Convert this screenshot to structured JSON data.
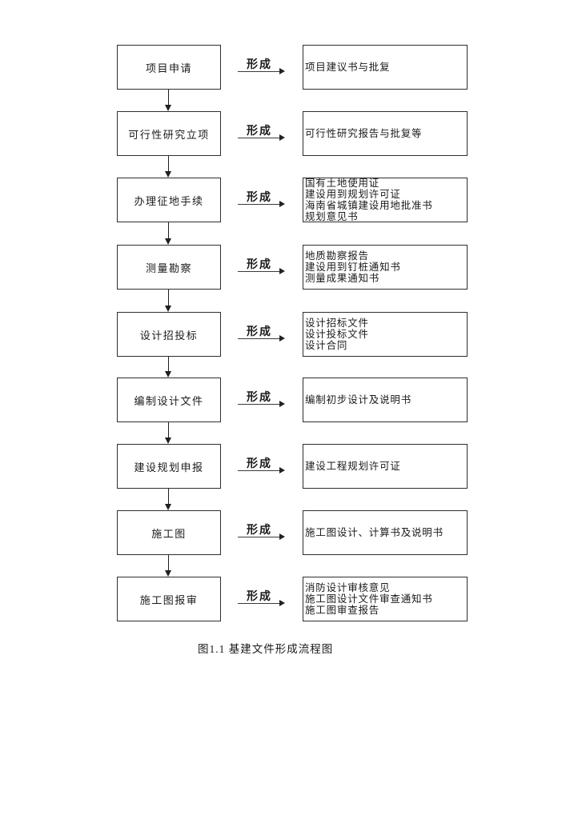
{
  "flowchart": {
    "caption": "图1.1 基建文件形成流程图",
    "colors": {
      "line": "#2e2e2e",
      "text": "#1a1a1a",
      "background": "#ffffff"
    },
    "rows": [
      {
        "left": "项目申请",
        "arrow_label": "形成",
        "right": [
          "项目建议书与批复"
        ]
      },
      {
        "left": "可行性研究立项",
        "arrow_label": "形成",
        "right": [
          "可行性研究报告与批复等"
        ]
      },
      {
        "left": "办理征地手续",
        "arrow_label": "形成",
        "right": [
          "国有土地使用证",
          "建设用到规划许可证",
          "海南省城镇建设用地批准书",
          "规划意见书"
        ]
      },
      {
        "left": "测量勘察",
        "arrow_label": "形成",
        "right": [
          "地质勘察报告",
          "建设用到钉桩通知书",
          "测量成果通知书"
        ]
      },
      {
        "left": "设计招投标",
        "arrow_label": "形成",
        "right": [
          "设计招标文件",
          "设计投标文件",
          "设计合同"
        ]
      },
      {
        "left": "编制设计文件",
        "arrow_label": "形成",
        "right": [
          "编制初步设计及说明书"
        ]
      },
      {
        "left": "建设规划申报",
        "arrow_label": "形成",
        "right": [
          "建设工程规划许可证"
        ]
      },
      {
        "left": "施工图",
        "arrow_label": "形成",
        "right": [
          "施工图设计、计算书及说明书"
        ]
      },
      {
        "left": "施工图报审",
        "arrow_label": "形成",
        "right": [
          "消防设计审核意见",
          "施工图设计文件审查通知书",
          "施工图审查报告"
        ]
      }
    ]
  }
}
